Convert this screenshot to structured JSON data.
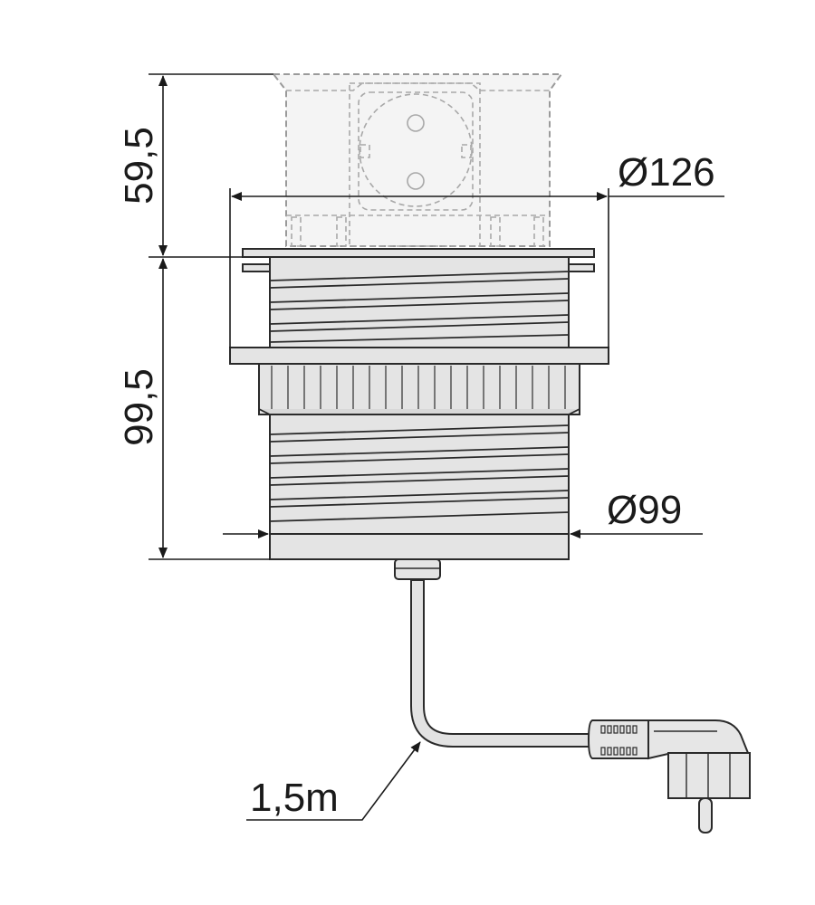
{
  "dimensions": {
    "pop_height": "59,5",
    "body_height": "99,5",
    "flange_diameter": "Ø126",
    "body_diameter": "Ø99",
    "cable_length": "1,5m"
  }
}
